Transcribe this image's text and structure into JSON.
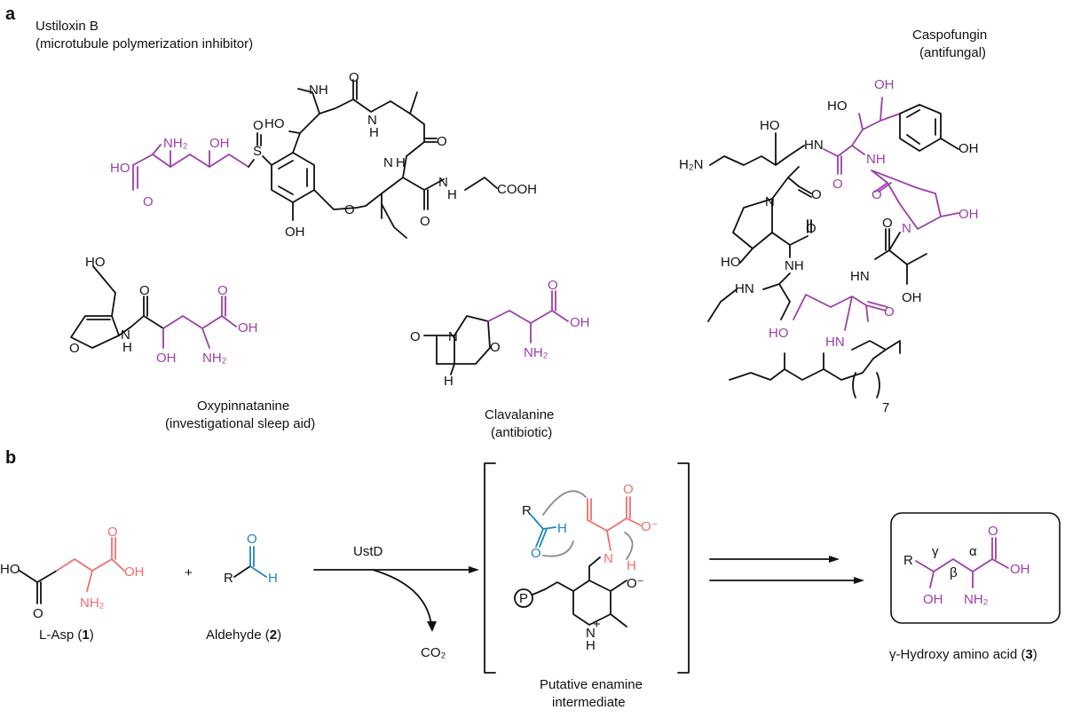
{
  "panels": {
    "a": "a",
    "b": "b"
  },
  "colors": {
    "purple": "#9b3fa8",
    "red": "#ef6f6f",
    "blue": "#1f86c0",
    "arrow_gray": "#8a8a8a"
  },
  "ustiloxin": {
    "name": "Ustiloxin B",
    "role": "(microtubule polymerization inhibitor)",
    "atoms": {
      "nh2": "NH₂",
      "oh1": "OH",
      "ho_acid": "HO",
      "o_acid": "O",
      "s": "S",
      "o_s": "O",
      "ho2": "HO",
      "nh_me": "NH",
      "o1": "O",
      "n1": "N",
      "h1": "H",
      "o2": "O",
      "n2": "N",
      "h2": "H",
      "o_ring": "O",
      "oh_bottom": "OH",
      "n3": "N",
      "h3": "H",
      "o3": "O",
      "cooh": "COOH"
    }
  },
  "caspofungin": {
    "name": "Caspofungin",
    "role": "(antifungal)",
    "atoms": {
      "oh_top": "OH",
      "ho_top": "HO",
      "oh_phenol": "OH",
      "ho_left": "HO",
      "h2n": "H₂N",
      "hn1": "HN",
      "o1": "O",
      "nh1": "NH",
      "o2": "O",
      "n_left": "N",
      "o3": "O",
      "n_right": "N",
      "oh_right": "OH",
      "o4": "O",
      "ho_low": "HO",
      "nh2": "NH",
      "hn_side": "HN",
      "hn3": "HN",
      "oh_thr": "OH",
      "o5": "O",
      "ho_bot": "HO",
      "hn4": "HN",
      "o6": "O",
      "subscript": "7"
    }
  },
  "oxypinnatanine": {
    "name": "Oxypinnatanine",
    "role": "(investigational sleep aid)",
    "atoms": {
      "ho": "HO",
      "o_ring": "O",
      "o_amide": "O",
      "nh": "N",
      "h": "H",
      "o_acid": "O",
      "oh_acid": "OH",
      "oh": "OH",
      "nh2": "NH₂"
    }
  },
  "clavalanine": {
    "name": "Clavalanine",
    "role": "(antibiotic)",
    "atoms": {
      "o_lactam": "O",
      "n": "N",
      "o_ring": "O",
      "h": "H",
      "o_acid": "O",
      "oh_acid": "OH",
      "nh2": "NH₂"
    }
  },
  "scheme": {
    "asp_label_prefix": "L-Asp (",
    "asp_num": "1",
    "aldehyde_label_prefix": "Aldehyde (",
    "aldehyde_num": "2",
    "suffix": ")",
    "plus": "+",
    "enzyme": "UstD",
    "byproduct": "CO₂",
    "intermediate_line1": "Putative enamine",
    "intermediate_line2": "intermediate",
    "product_label_prefix": "γ-Hydroxy amino acid (",
    "product_num": "3",
    "asp_atoms": {
      "ho": "HO",
      "o1": "O",
      "o2": "O",
      "oh": "OH",
      "nh2": "NH₂"
    },
    "ald_atoms": {
      "o": "O",
      "r": "R",
      "h": "H"
    },
    "int_atoms": {
      "r": "R",
      "h_ald": "H",
      "o_ald": "O",
      "o_top": "O",
      "o_minus": "O⁻",
      "n": "N",
      "h_n": "H",
      "p": "P",
      "o_phen": "O⁻",
      "nplus": "N",
      "plus": "+",
      "h_py": "H"
    },
    "prod_atoms": {
      "r": "R",
      "gamma": "γ",
      "beta": "β",
      "alpha": "α",
      "o": "O",
      "oh_acid": "OH",
      "oh": "OH",
      "nh2": "NH₂"
    }
  }
}
